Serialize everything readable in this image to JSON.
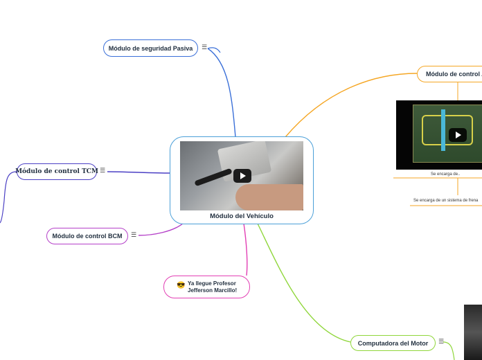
{
  "central": {
    "title": "Módulo del Vehículo"
  },
  "topics": {
    "seguridad": {
      "label": "Módulo de seguridad Pasiva"
    },
    "abs": {
      "label": "Módulo de control A"
    },
    "tcm": {
      "label": "Módulo de control TCM"
    },
    "bcm": {
      "label": "Módulo de control BCM"
    },
    "profesor": {
      "label_line1": "Ya llegue Profesor",
      "label_line2": "Jefferson Marcillo!",
      "emoji": "😎"
    },
    "motor": {
      "label": "Computadora del Motor"
    }
  },
  "subtopics": {
    "abs_video_caption": "Se encarga de..",
    "abs_description": "Se encarga de un sistema de frena"
  },
  "icons": {
    "menu": "☰",
    "play": "play-icon"
  },
  "colors": {
    "seguridad": "#3a6fd8",
    "abs": "#f5a623",
    "tcm": "#4a3fc4",
    "bcm": "#b43fc8",
    "profesor": "#e23fb4",
    "motor": "#8fd63a",
    "central": "#4a9fd8"
  }
}
